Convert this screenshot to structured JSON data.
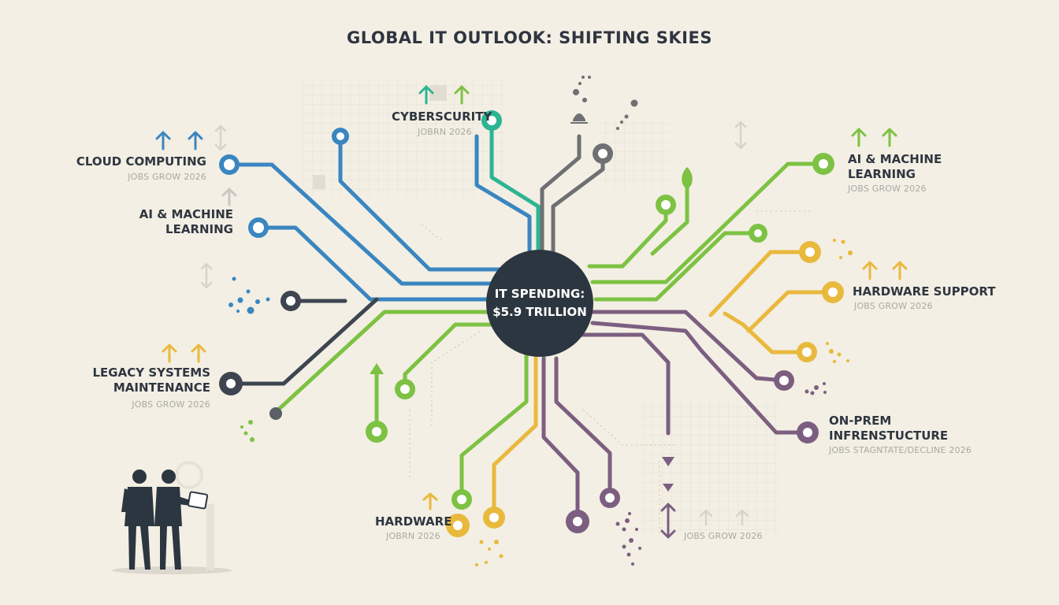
{
  "title": "GLOBAL IT OUTLOOK: SHIFTING SKIES",
  "hub": {
    "line1": "IT SPENDING:",
    "line2": "$5.9 TRILLION"
  },
  "nodes": {
    "cloud_computing": {
      "title": "CLOUD COMPUTING",
      "subtitle": "JOBS GROW 2026"
    },
    "ai_ml_left": {
      "title_line1": "AI & MACHINE",
      "title_line2": "LEARNING"
    },
    "legacy": {
      "title_line1": "LEGACY SYSTEMS",
      "title_line2": "MAINTENANCE",
      "subtitle": "JOBS GROW 2026"
    },
    "cybersecurity": {
      "title": "CYBERSCURITY",
      "subtitle": "JOBRN 2026"
    },
    "ai_ml_right": {
      "title_line1": "AI & MACHINE",
      "title_line2": "LEARNING",
      "subtitle": "JOBS GROW 2026"
    },
    "hardware_support": {
      "title": "HARDWARE SUPPORT",
      "subtitle": "JOBS GROW 2026"
    },
    "on_prem": {
      "title_line1": "ON-PREM",
      "title_line2": "INFRENSTUCTURE",
      "subtitle": "JOBS STAGNTATE/DECLINE 2026"
    },
    "hardware": {
      "title": "HARDWARE",
      "subtitle": "JOBRN 2026"
    },
    "bottom_right": {
      "subtitle": "JOBS GROW 2026"
    }
  },
  "colors": {
    "background": "#f3efe4",
    "hub": "#2c3640",
    "blue": "#3a86c0",
    "teal": "#2db493",
    "gray": "#6f7073",
    "green": "#7dc243",
    "yellow": "#e9b93e",
    "purple": "#7c5f80",
    "dark": "#3e4551"
  },
  "icons": [
    "arrow-up-icon",
    "arrow-down-icon",
    "node-house-icon",
    "people-silhouette-icon",
    "tablet-icon",
    "bell-icon",
    "leaf-icon"
  ]
}
